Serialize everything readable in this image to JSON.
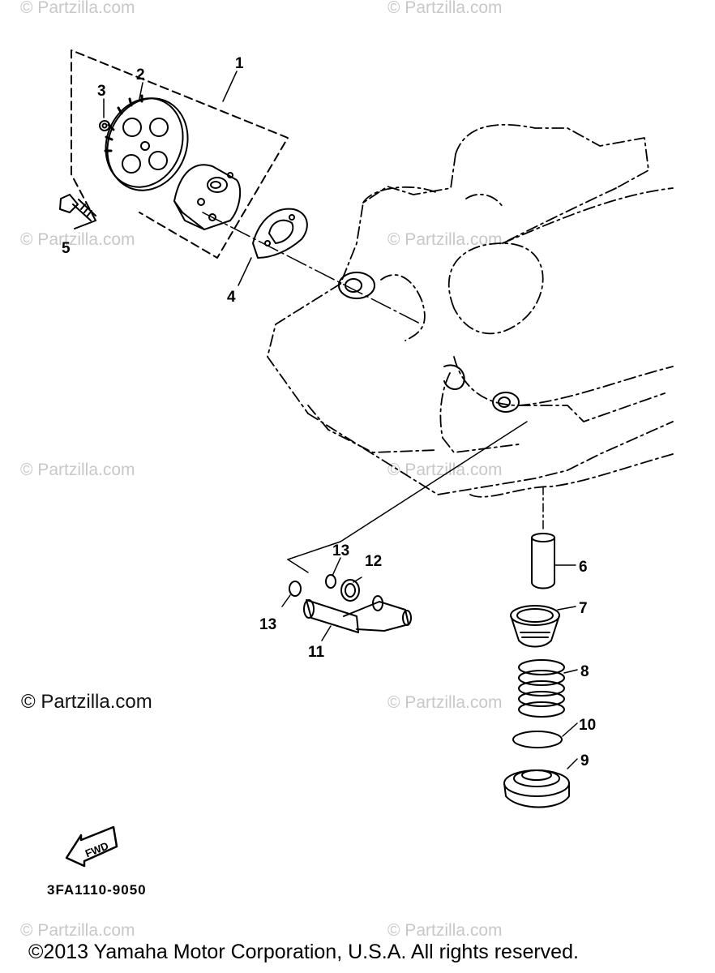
{
  "watermarks": [
    "© Partzilla.com",
    "© Partzilla.com",
    "© Partzilla.com",
    "© Partzilla.com",
    "© Partzilla.com",
    "© Partzilla.com",
    "© Partzilla.com",
    "© Partzilla.com",
    "© Partzilla.com",
    "© Partzilla.com"
  ],
  "callouts": {
    "c1": "1",
    "c2": "2",
    "c3": "3",
    "c4": "4",
    "c5": "5",
    "c6": "6",
    "c7": "7",
    "c8": "8",
    "c9": "9",
    "c10": "10",
    "c11": "11",
    "c12": "12",
    "c13a": "13",
    "c13b": "13"
  },
  "fwd_arrow_label": "FWD",
  "credit": "© Partzilla.com",
  "diagram_code": "3FA1110-9050",
  "copyright": "©2013 Yamaha Motor Corporation, U.S.A. All rights reserved."
}
